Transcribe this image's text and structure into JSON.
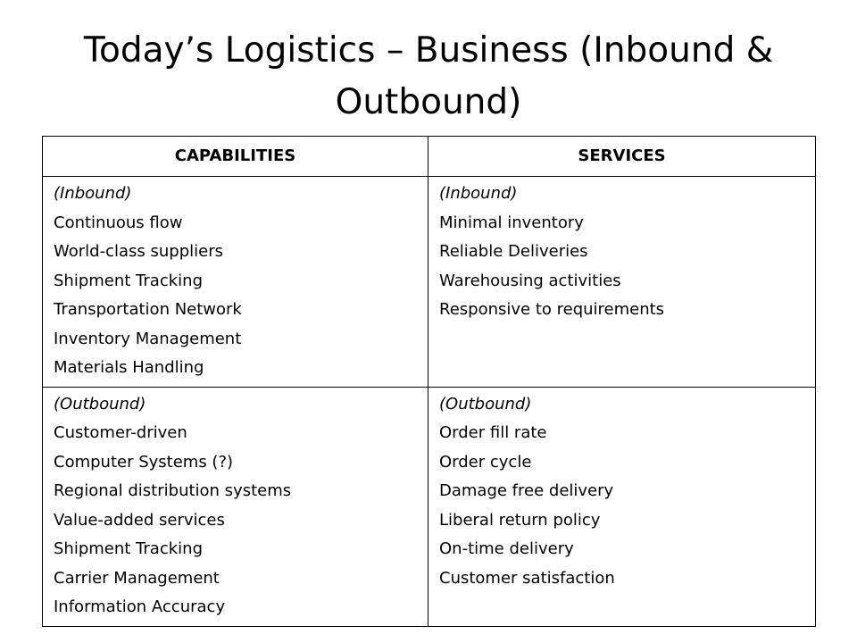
{
  "slide": {
    "title": "Today’s Logistics – Business (Inbound & Outbound)"
  },
  "table": {
    "headers": [
      "CAPABILITIES",
      "SERVICES"
    ],
    "rows": [
      {
        "capabilities": {
          "heading": "(Inbound)",
          "items": [
            "Continuous flow",
            "World-class suppliers",
            "Shipment Tracking",
            "Transportation Network",
            "Inventory Management",
            "Materials Handling"
          ]
        },
        "services": {
          "heading": "(Inbound)",
          "items": [
            "Minimal inventory",
            "Reliable Deliveries",
            "Warehousing activities",
            "Responsive to requirements"
          ]
        }
      },
      {
        "capabilities": {
          "heading": "(Outbound)",
          "items": [
            "Customer-driven",
            "Computer Systems (?)",
            "Regional distribution systems",
            "Value-added services",
            "Shipment Tracking",
            "Carrier Management",
            "Information Accuracy"
          ]
        },
        "services": {
          "heading": "(Outbound)",
          "items": [
            "Order fill rate",
            "Order cycle",
            "Damage free delivery",
            "Liberal return policy",
            "On-time delivery",
            "Customer satisfaction"
          ]
        }
      }
    ]
  }
}
